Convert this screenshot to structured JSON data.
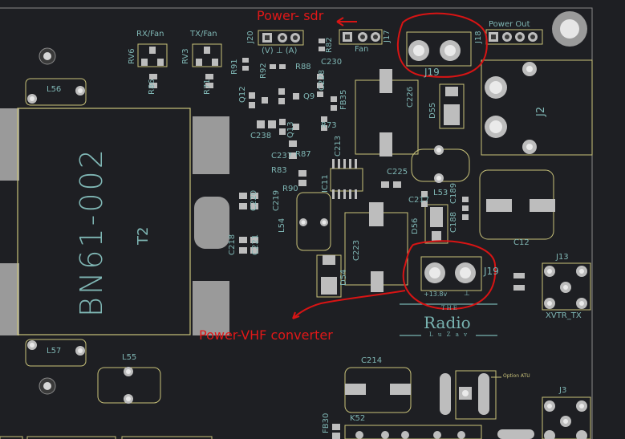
{
  "annotations": {
    "power_sdr": "Power- sdr",
    "power_vhf": "Power-VHF converter"
  },
  "board_text": {
    "transformer_part": "BN61-002",
    "transformer_ref": "T2",
    "rx_fan": "RX/Fan",
    "tx_fan": "TX/Fan",
    "fan": "Fan",
    "power_out": "Power Out",
    "volt_amp": "(V) ⊥ (A)",
    "plus_13v8": "+13.8v",
    "ground_sym": "⊥",
    "xvtr_tx": "XVTR_TX",
    "option_atu": "Option ATU",
    "logo_the": "THE",
    "logo_radio": "Radio",
    "logo_sub": "L u Z a v"
  },
  "refs": {
    "J20": "J20",
    "J17": "J17",
    "J18": "J18",
    "J19": "J19",
    "J19b": "J19",
    "J2": "J2",
    "J13": "J13",
    "J3": "J3",
    "RV6": "RV6",
    "RV3": "RV3",
    "R86": "R86",
    "R71": "R71",
    "R91": "R91",
    "R92": "R92",
    "R82": "R82",
    "R88": "R88",
    "C230": "C230",
    "C228": "C228",
    "FB35": "FB35",
    "Q12": "Q12",
    "Q9": "Q9",
    "Q13": "Q13",
    "R73": "R73",
    "C238": "C238",
    "C237": "C237",
    "R87": "R87",
    "R83": "R83",
    "C213": "C213",
    "IC11": "IC11",
    "R90": "R90",
    "C220": "C220",
    "C219": "C219",
    "C226": "C226",
    "D55": "D55",
    "C225": "C225",
    "C217": "C217",
    "L53": "L53",
    "C189": "C189",
    "C188": "C188",
    "D56": "D56",
    "C12": "C12",
    "L54": "L54",
    "C218": "C218",
    "C221": "C221",
    "C223": "C223",
    "D54": "D54",
    "L56": "L56",
    "L57": "L57",
    "L55": "L55",
    "C214": "C214",
    "FB30": "FB30",
    "K52": "K52"
  }
}
